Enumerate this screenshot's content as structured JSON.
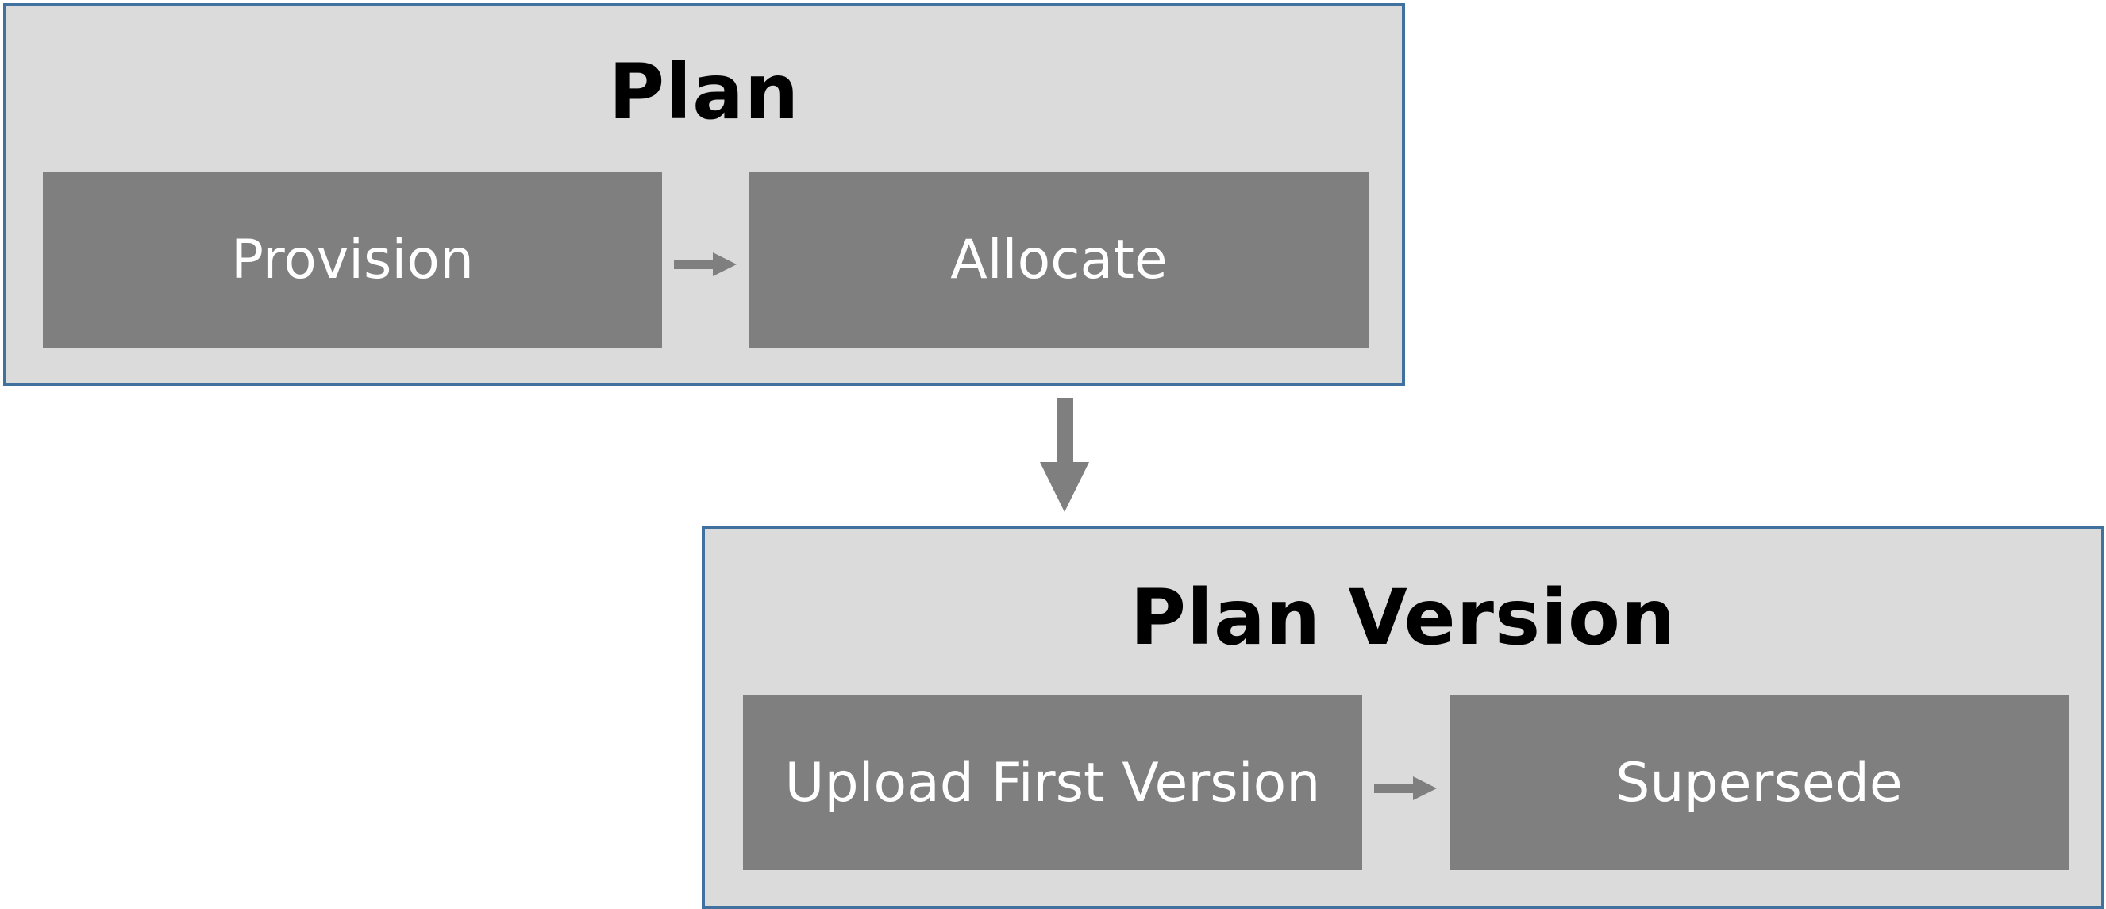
{
  "colors": {
    "group_fill": "#dbdbdb",
    "group_border": "#41729f",
    "step_fill": "#7f7f7f",
    "arrow": "#7f7f7f"
  },
  "plan": {
    "title": "Plan",
    "steps": [
      "Provision",
      "Allocate"
    ]
  },
  "plan_version": {
    "title": "Plan Version",
    "steps": [
      "Upload First Version",
      "Supersede"
    ]
  }
}
